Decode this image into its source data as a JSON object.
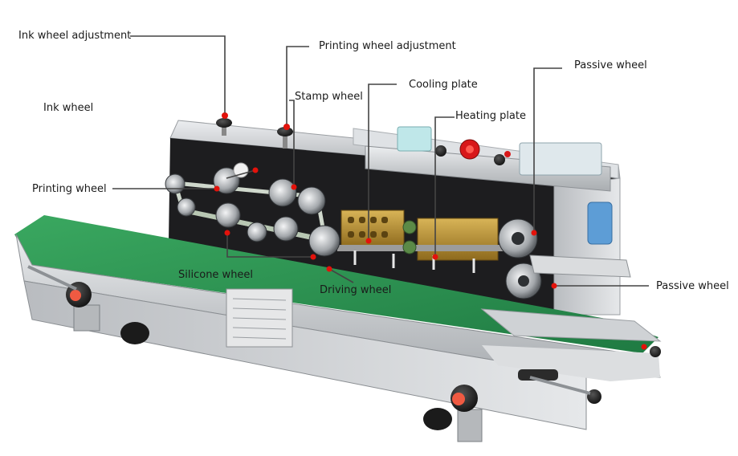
{
  "labels": {
    "ink_wheel_adjustment": "Ink wheel adjustment",
    "printing_wheel_adjustment": "Printing wheel adjustment",
    "stamp_wheel": "Stamp wheel",
    "cooling_plate": "Cooling plate",
    "passive_wheel_top": "Passive wheel",
    "ink_wheel": "Ink wheel",
    "heating_plate": "Heating plate",
    "printing_wheel": "Printing wheel",
    "silicone_wheel": "Silicone wheel",
    "driving_wheel": "Driving wheel",
    "passive_wheel_right": "Passive wheel"
  },
  "colors": {
    "leader_line": "#444444",
    "marker": "#e3120b",
    "belt_green": "#2e8b4e",
    "steel": "#c9cccf",
    "accent_gold": "#b48a2c"
  },
  "icons": {
    "marker": "red-dot",
    "knob": "black-knob-red-cap",
    "stop_button": "red-emergency-stop"
  }
}
